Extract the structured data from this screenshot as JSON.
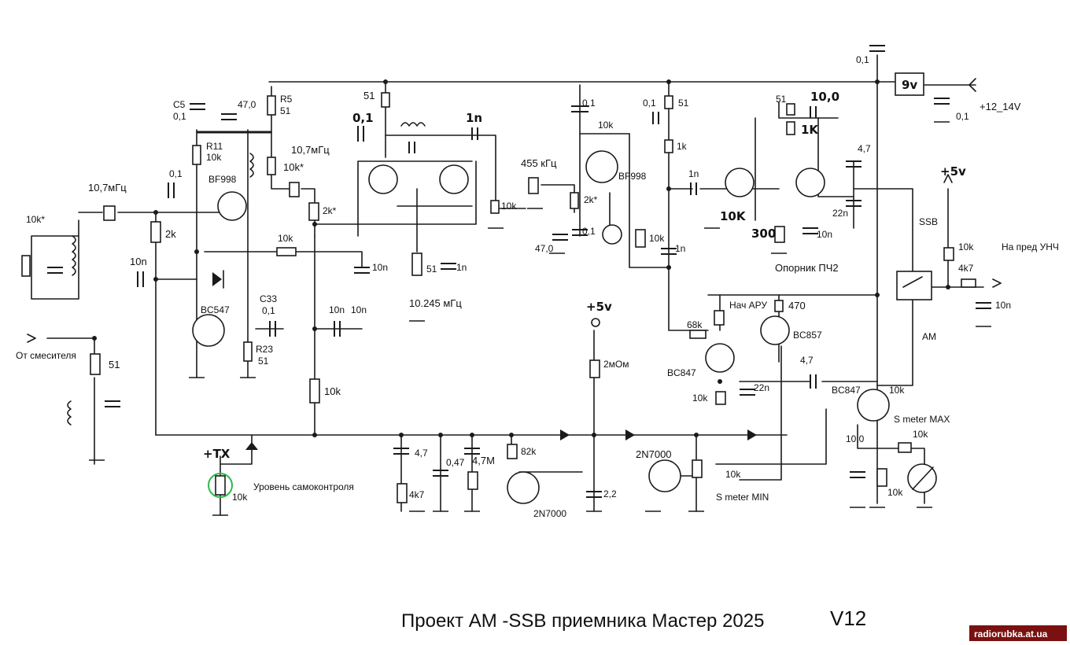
{
  "title": "Проект АМ -SSB приемника Мастер 2025",
  "version": "V12",
  "watermark": "radiorubka.at.ua",
  "inputs": {
    "mixer_in": "От смесителя",
    "supply": "+12_14V",
    "plus5_a": "+5v",
    "plus5_b": "+5v",
    "tx": "+TX",
    "output": "На пред УНЧ"
  },
  "stages": {
    "filter1": "10,7мГц",
    "filter2": "10,7мГц",
    "osc_freq": "10.245 мГц",
    "if_filter": "455 кГц",
    "ref_osc": "Опорник ПЧ2",
    "agc_start": "Нач АРУ",
    "self_control": "Уровень самоконтроля",
    "s_meter_max": "S meter MAX",
    "s_meter_min": "S meter MIN",
    "ssb": "SSB",
    "am": "AM",
    "regulator": "9v"
  },
  "parts": {
    "r_10k_star": "10k*",
    "c5": "C5",
    "c5_val": "0,1",
    "cap_47": "47,0",
    "r5": "R5",
    "r5_val": "51",
    "r11": "R11",
    "r11_val": "10k",
    "c_01_a": "0,1",
    "q_bf998_1": "BF998",
    "r_10k_star2": "10k*",
    "r_2k": "2k",
    "c_10n_a": "10n",
    "q_bc547": "BC547",
    "c33": "C33",
    "c33_val": "0,1",
    "r23": "R23",
    "r23_val": "51",
    "r_51_in": "51",
    "r_2k_star": "2k*",
    "r_10k_a": "10k",
    "c_10n_b": "10n",
    "c_10n_c": "10n",
    "c_10n_d": "10n",
    "r_10k_b": "10k",
    "r_51_top": "51",
    "c_01_osc": "0,1",
    "c_1n_top": "1n",
    "r_51_osc": "51",
    "c_1n_osc": "1n",
    "r_10k_pot": "10k",
    "c_01_b": "0,1",
    "r_10k_c": "10k",
    "q_bf998_2": "BF998",
    "r_2k_star2": "2k*",
    "c_47_b": "47,0",
    "c_01_c": "0,1",
    "r_10k_d": "10k",
    "c_01_d": "0,1",
    "r_51_b": "51",
    "r_1k": "1k",
    "c_1n_a": "1n",
    "c_1n_b": "1n",
    "r_51_c": "51",
    "c_100": "10,0",
    "r_1k_b": "1K",
    "c_47_c": "4,7",
    "r_10k_e": "10K",
    "c_22n": "22n",
    "r_300": "300",
    "c_10n_e": "10n",
    "c_01_top": "0,1",
    "c_01_reg": "0,1",
    "r_10k_f": "10k",
    "r_4k7": "4k7",
    "c_10n_out": "10n",
    "r_470": "470",
    "q_bc857": "BC857",
    "r_68k": "68k",
    "q_bc847_1": "BC847",
    "c_47_d": "4,7",
    "r_10k_g": "10k",
    "c_22n_b": "22n",
    "q_bc847_2": "BC847",
    "r_2mom": "2мОм",
    "c_47_e": "4,7",
    "r_4k7_b": "4k7",
    "c_047": "0,47",
    "c_47m": "4,7M",
    "r_82k": "82k",
    "q_2n7000_1": "2N7000",
    "c_22": "2,2",
    "q_2n7000_2": "2N7000",
    "r_10k_h": "10k",
    "r_10k_tx": "10k",
    "r_10k_sm": "10k",
    "c_100_b": "10,0",
    "r_10k_i": "10k",
    "r_10k_j": "10k"
  }
}
